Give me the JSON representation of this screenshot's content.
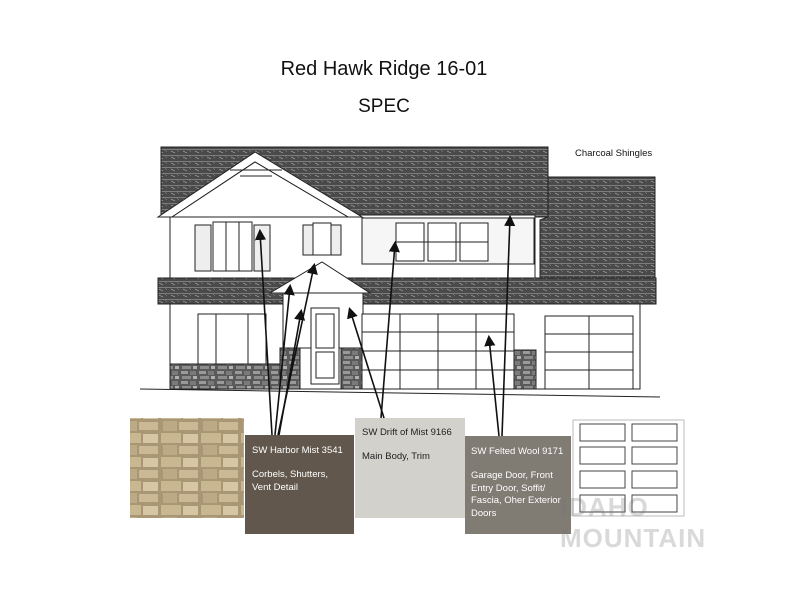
{
  "title": "Red Hawk Ridge 16-01",
  "subtitle": "SPEC",
  "roof_label": "Charcoal Shingles",
  "swatches": {
    "harbor": {
      "name": "SW Harbor Mist 3541",
      "desc": "Corbels, Shutters, Vent Detail",
      "color": "#61574c"
    },
    "drift": {
      "name": "SW Drift of Mist 9166",
      "desc": "Main Body, Trim",
      "color": "#d3d1cb"
    },
    "felted": {
      "name": "SW Felted Wool 9171",
      "desc": "Garage Door, Front Entry Door, Soffit/ Fascia, Oher Exterior Doors",
      "color": "#807b73"
    }
  },
  "watermark": "IDAHO MOUNTAIN"
}
